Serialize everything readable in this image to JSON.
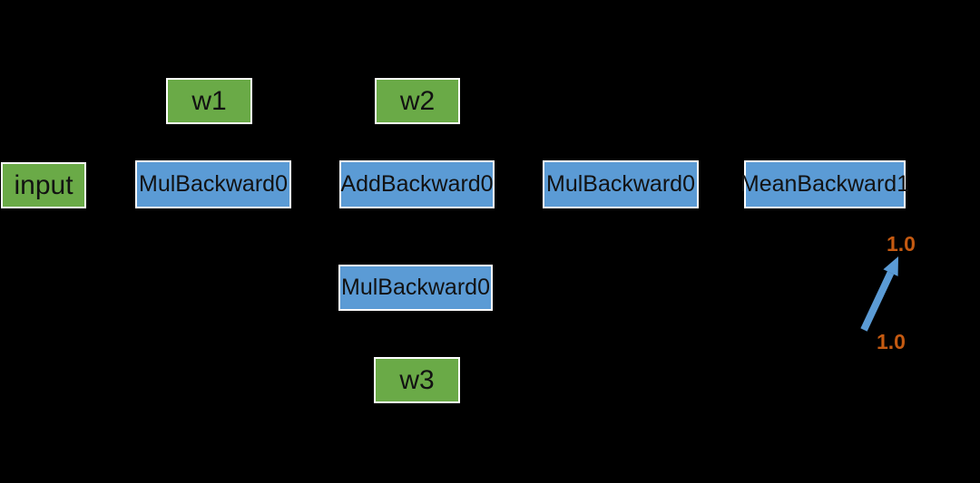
{
  "diagram": {
    "nodes": {
      "w1": {
        "label": "w1",
        "type": "parameter"
      },
      "w2": {
        "label": "w2",
        "type": "parameter"
      },
      "w3": {
        "label": "w3",
        "type": "parameter"
      },
      "input": {
        "label": "input",
        "type": "parameter"
      },
      "mul_backward_left": {
        "label": "MulBackward0",
        "type": "grad_fn"
      },
      "add_backward": {
        "label": "AddBackward0",
        "type": "grad_fn"
      },
      "mul_backward_right": {
        "label": "MulBackward0",
        "type": "grad_fn"
      },
      "mean_backward": {
        "label": "MeanBackward1",
        "type": "grad_fn"
      },
      "mul_backward_lower": {
        "label": "MulBackward0",
        "type": "grad_fn"
      }
    },
    "gradient_annotation": {
      "top_value": "1.0",
      "bottom_value": "1.0"
    },
    "colors": {
      "background": "#000000",
      "parameter_fill": "#6aaa47",
      "grad_fn_fill": "#5b9bd5",
      "node_border": "#ffffff",
      "node_text": "#121212",
      "gradient_value_text": "#c55a11",
      "arrow": "#5b9bd5"
    }
  }
}
